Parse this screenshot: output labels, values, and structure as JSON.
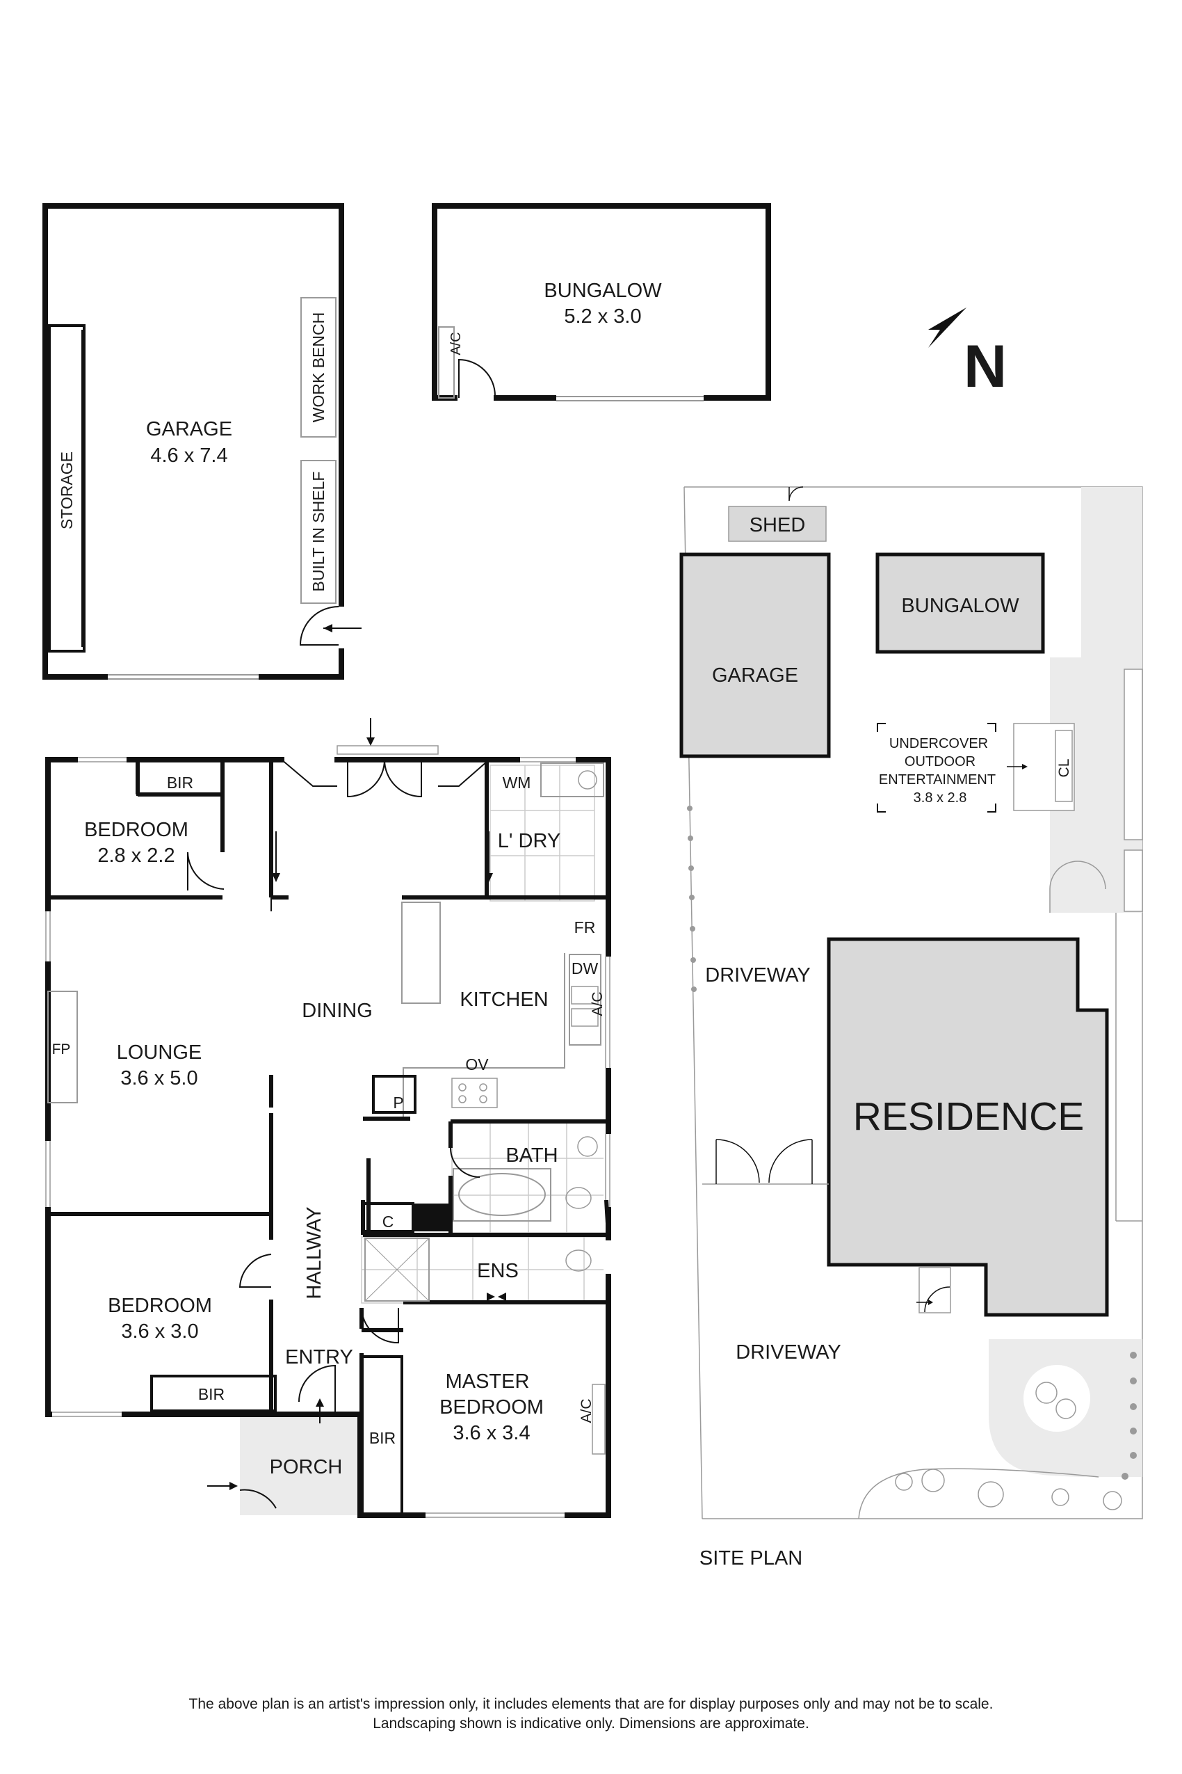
{
  "garage_plan": {
    "name": "GARAGE",
    "dims": "4.6 x 7.4",
    "storage": "STORAGE",
    "work_bench": "WORK BENCH",
    "built_in_shelf": "BUILT IN SHELF"
  },
  "bungalow_plan": {
    "name": "BUNGALOW",
    "dims": "5.2 x 3.0",
    "ac": "A/C"
  },
  "north_label": "N",
  "house": {
    "bedroom_small": {
      "name": "BEDROOM",
      "dims": "2.8 x 2.2"
    },
    "bir_top": "BIR",
    "wm": "WM",
    "laundry": "L' DRY",
    "fr": "FR",
    "dw": "DW",
    "ac_kitchen": "A/C",
    "kitchen": "KITCHEN",
    "dining": "DINING",
    "lounge": {
      "name": "LOUNGE",
      "dims": "3.6 x 5.0"
    },
    "fp": "FP",
    "ov": "OV",
    "pantry": "P",
    "bath": "BATH",
    "c": "C",
    "ens": "ENS",
    "hallway": "HALLWAY",
    "entry": "ENTRY",
    "bedroom_front": {
      "name": "BEDROOM",
      "dims": "3.6 x 3.0"
    },
    "bir_front": "BIR",
    "master": {
      "name1": "MASTER",
      "name2": "BEDROOM",
      "dims": "3.6 x 3.4"
    },
    "bir_master": "BIR",
    "ac_master": "A/C",
    "porch": "PORCH"
  },
  "site": {
    "shed": "SHED",
    "garage": "GARAGE",
    "bungalow": "BUNGALOW",
    "undercover1": "UNDERCOVER",
    "undercover2": "OUTDOOR",
    "undercover3": "ENTERTAINMENT",
    "undercover_dims": "3.8 x 2.8",
    "cl": "CL",
    "driveway_top": "DRIVEWAY",
    "driveway_bottom": "DRIVEWAY",
    "residence": "RESIDENCE",
    "title": "SITE PLAN"
  },
  "disclaimer": {
    "line1": "The above plan is an artist's impression only, it includes elements that are for display purposes only and may not be to scale.",
    "line2": "Landscaping shown is indicative only. Dimensions are approximate."
  },
  "colors": {
    "wall": "#111111",
    "fill_grey": "#d9d9d9",
    "light_grey": "#ebebeb",
    "line_grey": "#9a9a9a"
  }
}
